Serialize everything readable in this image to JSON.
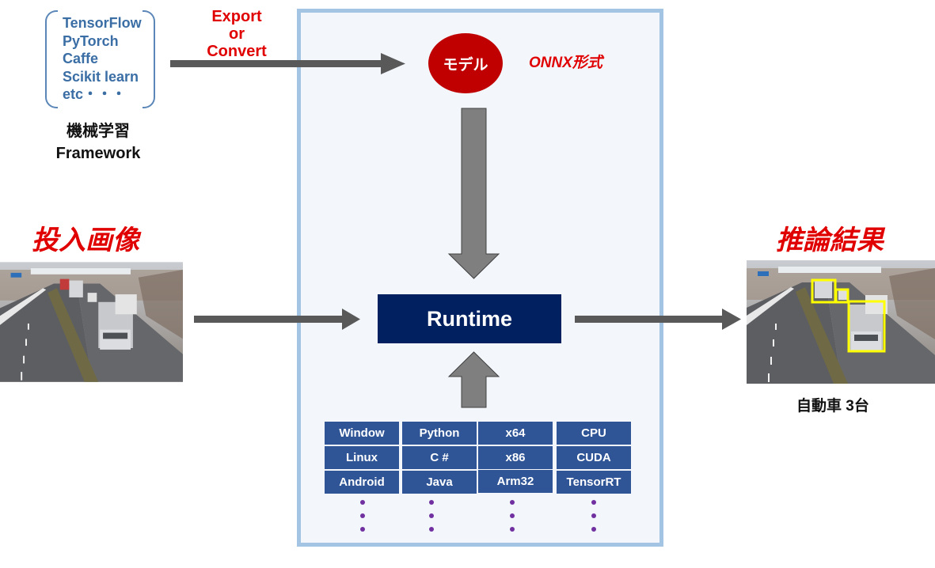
{
  "framework": {
    "items": [
      "TensorFlow",
      "PyTorch",
      "Caffe",
      "Scikit learn",
      "etc・・・"
    ],
    "title_line1": "機械学習",
    "title_line2": "Framework"
  },
  "export": {
    "line1": "Export",
    "line2": "or",
    "line3": "Convert"
  },
  "model": {
    "label": "モデル",
    "format_label": "ONNX形式"
  },
  "runtime": {
    "label": "Runtime"
  },
  "platforms": {
    "columns": [
      [
        "Window",
        "Linux",
        "Android"
      ],
      [
        "Python",
        "C #",
        "Java"
      ],
      [
        "x64",
        "x86",
        "Arm32"
      ],
      [
        "CPU",
        "CUDA",
        "TensorRT"
      ]
    ],
    "continuation": "⋮"
  },
  "input": {
    "title": "投入画像",
    "image_icon": "highway-trucks-photo"
  },
  "result": {
    "title": "推論結果",
    "caption": "自動車 3台",
    "image_icon": "highway-trucks-detected-photo",
    "detections": 3
  },
  "colors": {
    "accent_red": "#e00000",
    "model_red": "#c00000",
    "runtime_navy": "#002060",
    "cell_blue": "#2f5597",
    "panel_border": "#a4c4e4",
    "panel_fill": "#f3f7fc",
    "arrow_gray": "#595959",
    "arrow_block_gray": "#7f7f7f",
    "detection_yellow": "#ffff00",
    "dots_purple": "#7030a0",
    "framework_blue": "#3a6ea5"
  }
}
